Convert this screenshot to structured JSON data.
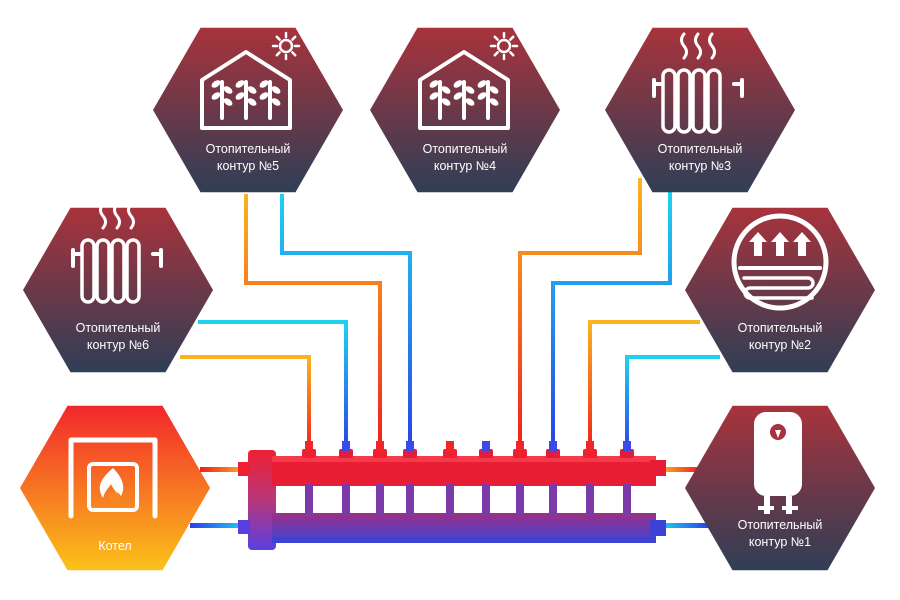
{
  "colors": {
    "hex_top": "#a8333c",
    "hex_bottom": "#2f3e56",
    "boiler_top": "#f2272c",
    "boiler_bottom": "#fbc21a",
    "hot": "#f21c1c",
    "warm": "#f9b51e",
    "cold": "#1f4fe6",
    "cool": "#1ed2ef"
  },
  "nodes": [
    {
      "id": "boiler",
      "icon": "boiler-fire-icon",
      "lines": [
        "Котел"
      ]
    },
    {
      "id": "circuit1",
      "icon": "water-heater-icon",
      "lines": [
        "Отопительный",
        "контур  №1"
      ]
    },
    {
      "id": "circuit2",
      "icon": "underfloor-heating-icon",
      "lines": [
        "Отопительный",
        "контур  №2"
      ]
    },
    {
      "id": "circuit3",
      "icon": "radiator-icon",
      "lines": [
        "Отопительный",
        "контур  №3"
      ]
    },
    {
      "id": "circuit4",
      "icon": "greenhouse-icon",
      "lines": [
        "Отопительный",
        "контур  №4"
      ]
    },
    {
      "id": "circuit5",
      "icon": "greenhouse-icon",
      "lines": [
        "Отопительный",
        "контур  №5"
      ]
    },
    {
      "id": "circuit6",
      "icon": "radiator-icon",
      "lines": [
        "Отопительный",
        "контур  №6"
      ]
    }
  ]
}
